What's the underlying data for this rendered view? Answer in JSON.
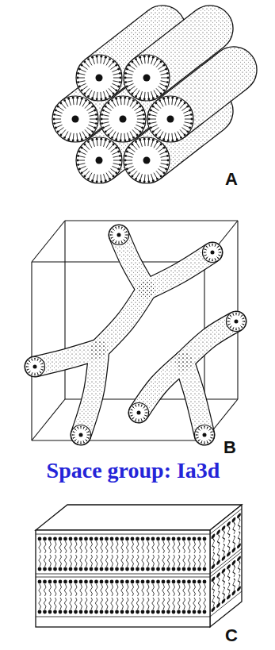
{
  "diagram": {
    "labels": [
      "A",
      "B",
      "Space group: Ia3d",
      "C"
    ]
  }
}
